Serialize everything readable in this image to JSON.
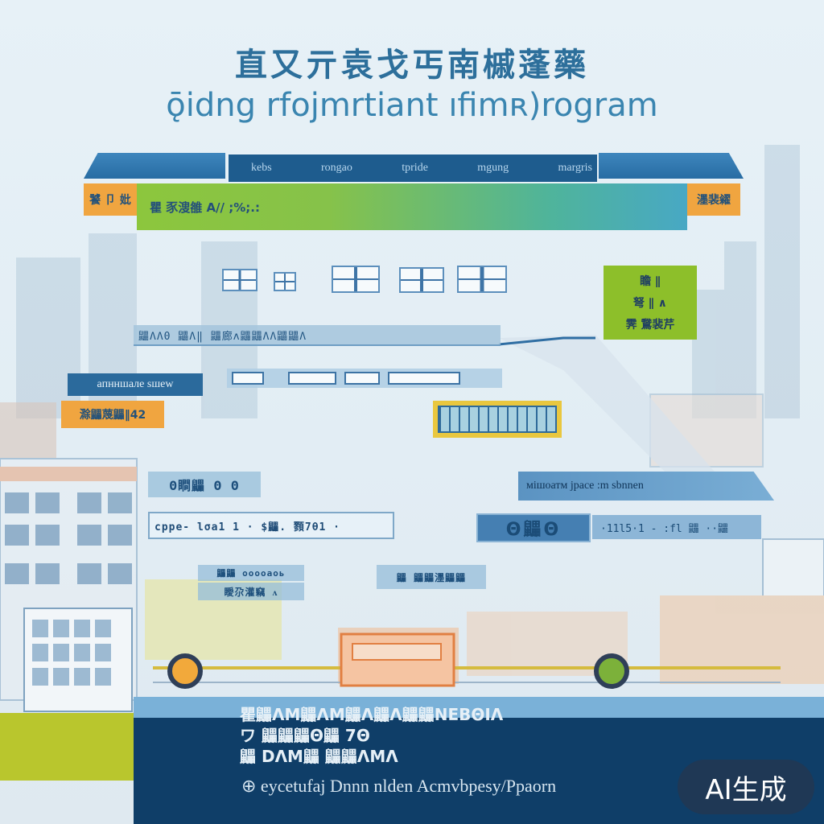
{
  "title_cn": "直又亓袁戈丐南槭蓬藥",
  "subtitle_en": "ǭidng rfojmrtiant ıfimʀ)rogram",
  "nav": {
    "tabs": [
      "kebs",
      "rongao",
      "tpride",
      "mgung",
      "margris"
    ]
  },
  "tags": {
    "left_orange": "饕 卩 妣",
    "green_band": "瞿 豕溲雒 A// ;%;.:",
    "right_orange": "濹裴糴",
    "green_card": [
      "瞻 ∥",
      "弩 ∥ ∧",
      "霁 鵞裴芹"
    ],
    "long_band": "鼺ΛΛ0 鼺Λ‖ 鼺廊ʌ鼺鼺ΛΛ鼺鼺Λ",
    "left_blue": "апнншале ѕшеw",
    "left_orange_2": "滁鼺蔑鼺‖42",
    "left_pale": "Θ瞷鼺 Θ Θ",
    "row_left": "cppe-  lσa1 1  ·  $鼺.  顟7θ1  ·",
    "small_left": "鼺鼺 ооооаоь",
    "small_left_2": "瞹尕灌竊 ᴧ",
    "small_mid": "鼺 鼺鼺濹鼺鼺",
    "right_banner": "мішоатм  jpace :m sbnnen",
    "dark_bar": "Θ鼺Θ",
    "light_bar": "·11l5·1 - :fl  鼺 ··鼺"
  },
  "bottom": {
    "line1": "瞿鼺ΛΜ鼺ΛΜ鼺Λ鼺Λ鼺鼺ΝΕΒΘΙΛ",
    "line2": "ワ 鼺鼺鼺Θ鼺 7Θ",
    "line3": "鼺 DΛΜ鼺 鼺鼺ΛΜΛ",
    "footer": "⊕ eycetufaj Dnnn nlden Acmvbpesy/Ppaorn"
  },
  "badge": "AI生成",
  "colors": {
    "primary_blue": "#1e5c8e",
    "accent_orange": "#f0a540",
    "accent_green": "#8dbc2c",
    "dark_navy": "#0f3e68"
  }
}
